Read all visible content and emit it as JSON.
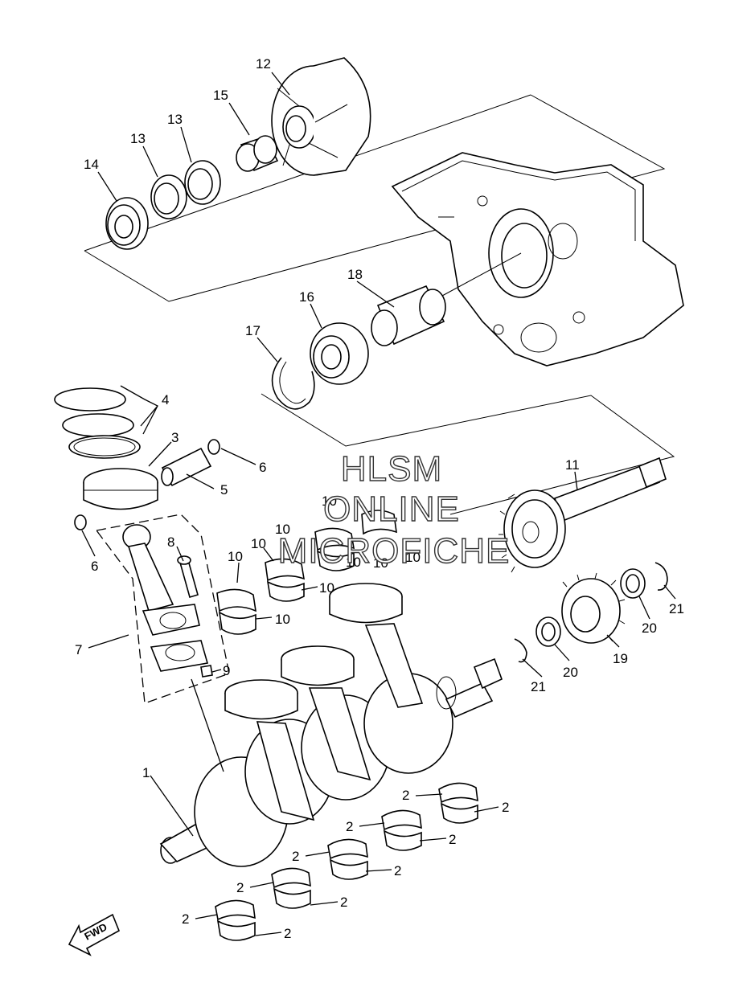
{
  "diagram": {
    "callouts": {
      "c1": "1",
      "c2a": "2",
      "c2b": "2",
      "c2c": "2",
      "c2d": "2",
      "c2e": "2",
      "c2f": "2",
      "c2g": "2",
      "c2h": "2",
      "c2i": "2",
      "c2j": "2",
      "c3": "3",
      "c4": "4",
      "c5": "5",
      "c6a": "6",
      "c6b": "6",
      "c7": "7",
      "c8": "8",
      "c9": "9",
      "c10a": "10",
      "c10b": "10",
      "c10c": "10",
      "c10d": "10",
      "c10e": "10",
      "c10f": "10",
      "c10g": "10",
      "c10h": "10",
      "c10i": "10",
      "c11": "11",
      "c12": "12",
      "c13a": "13",
      "c13b": "13",
      "c14": "14",
      "c15": "15",
      "c16": "16",
      "c17": "17",
      "c18": "18",
      "c19": "19",
      "c20a": "20",
      "c20b": "20",
      "c21a": "21",
      "c21b": "21"
    },
    "watermark": {
      "line1": "HLSM",
      "line2": "ONLINE",
      "line3": "MICROFICHE"
    },
    "fwd_label": "FWD"
  }
}
